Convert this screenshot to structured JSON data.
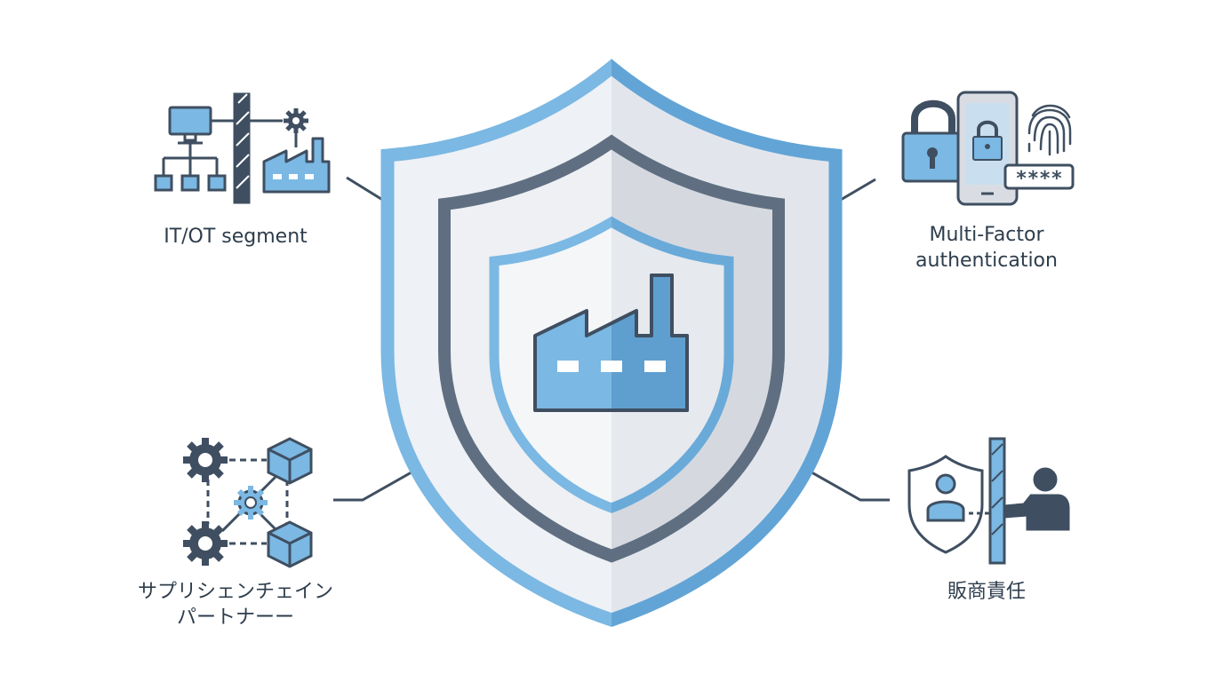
{
  "diagram": {
    "center": {
      "icon": "factory-icon"
    },
    "nodes": [
      {
        "id": "itot",
        "icon": "network-segment-icon",
        "lines": [
          "IT/OT segment"
        ]
      },
      {
        "id": "mfa",
        "icon": "multi-factor-auth-icon",
        "lines": [
          "Multi-Factor",
          "authentication"
        ],
        "pin_mask": "****"
      },
      {
        "id": "supply",
        "icon": "supply-chain-icon",
        "lines": [
          "サプリシェンチェイン",
          "パートナーー"
        ]
      },
      {
        "id": "liability",
        "icon": "vendor-liability-icon",
        "lines": [
          "販商責任"
        ]
      }
    ],
    "colors": {
      "light_blue": "#7bb8e3",
      "mid_blue": "#62a4d6",
      "dark_slate": "#3f4f61",
      "shield_gray": "#eceff3",
      "text": "#2e3d4c"
    }
  }
}
